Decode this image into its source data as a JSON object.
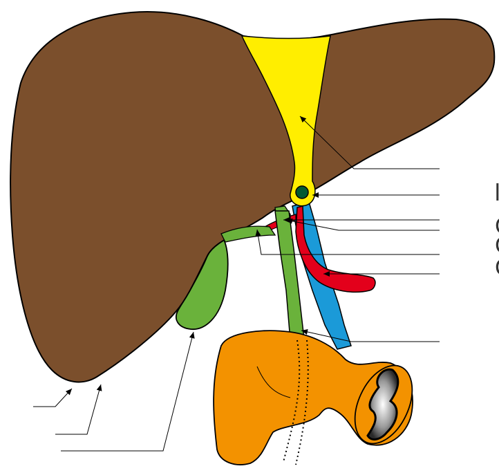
{
  "figure": {
    "structures": [
      {
        "name": "liver",
        "color": "#7b4f2c"
      },
      {
        "name": "falciform-ligament",
        "color": "#ffee00"
      },
      {
        "name": "ligamentum-teres",
        "color": "#005a32"
      },
      {
        "name": "common-hepatic-duct",
        "color": "#6ab23b"
      },
      {
        "name": "cystic-duct",
        "color": "#6ab23b"
      },
      {
        "name": "gallbladder",
        "color": "#6ab23b"
      },
      {
        "name": "common-bile-duct",
        "color": "#6ab23b"
      },
      {
        "name": "hepatic-artery",
        "color": "#e3001b"
      },
      {
        "name": "portal-vein",
        "color": "#1b9ad8"
      },
      {
        "name": "duodenum",
        "color": "#f39200"
      }
    ],
    "leader_line_color": "#000000",
    "cut_off_label_chars": [
      "l",
      "C",
      "C",
      "C"
    ]
  }
}
